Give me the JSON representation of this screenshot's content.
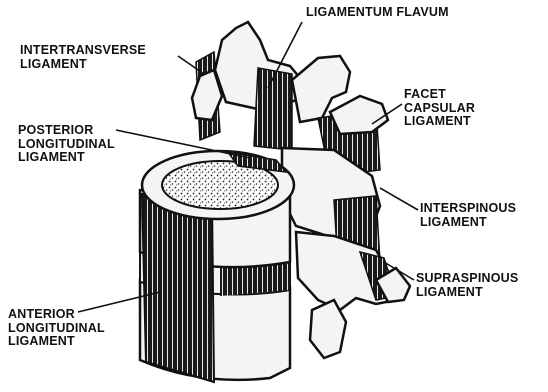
{
  "labels": {
    "ligamentum_flavum": [
      "LIGAMENTUM FLAVUM"
    ],
    "intertransverse": [
      "INTERTRANSVERSE",
      "LIGAMENT"
    ],
    "facet_capsular": [
      "FACET",
      "CAPSULAR",
      "LIGAMENT"
    ],
    "posterior_longitudinal": [
      "POSTERIOR",
      "LONGITUDINAL",
      "LIGAMENT"
    ],
    "interspinous": [
      "INTERSPINOUS",
      "LIGAMENT"
    ],
    "supraspinous": [
      "SUPRASPINOUS",
      "LIGAMENT"
    ],
    "anterior_longitudinal": [
      "ANTERIOR",
      "LONGITUDINAL",
      "LIGAMENT"
    ]
  },
  "colors": {
    "ink": "#111111",
    "paper": "#ffffff",
    "bone_fill": "#f4f4f4",
    "ligament_dark": "#1a1a1a"
  }
}
